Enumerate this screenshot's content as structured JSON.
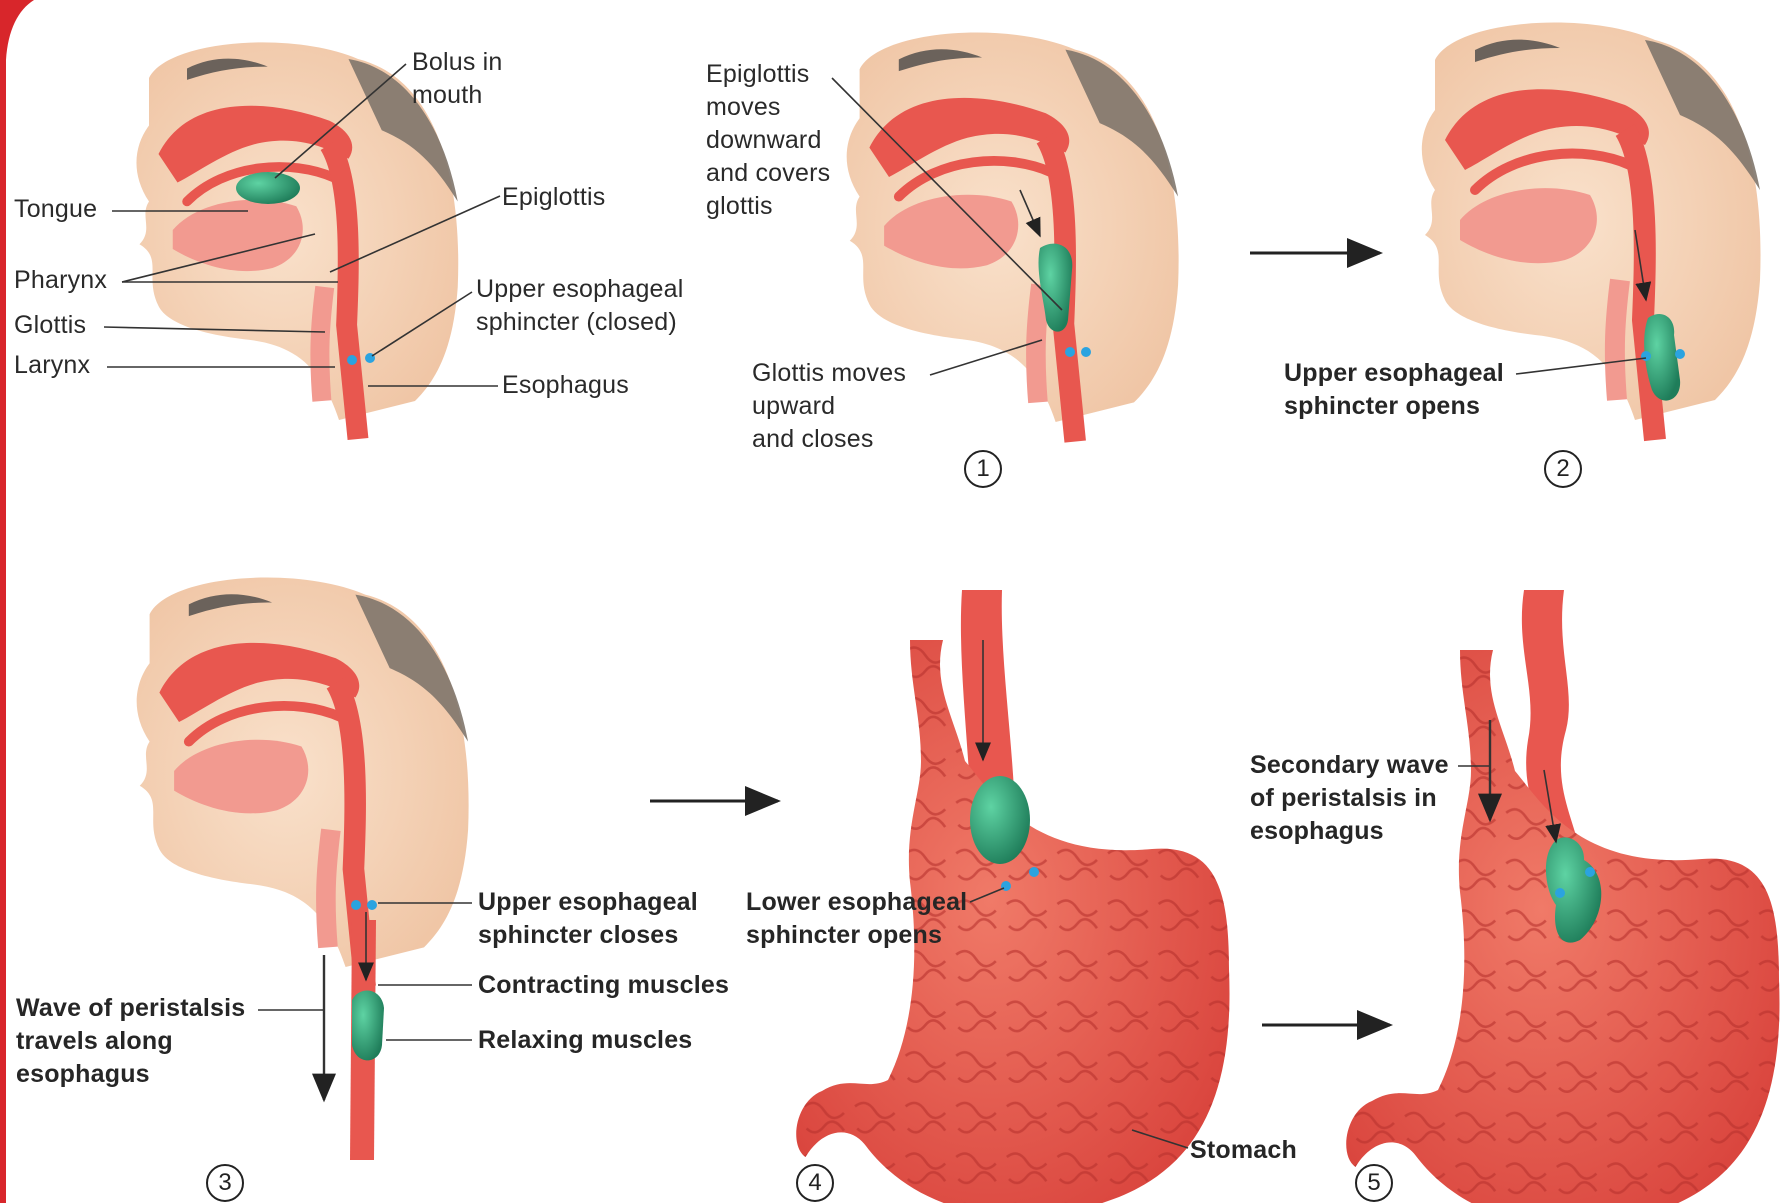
{
  "panels": {
    "initial": {
      "labels": {
        "bolus": "Bolus in\nmouth",
        "tongue": "Tongue",
        "epiglottis": "Epiglottis",
        "pharynx": "Pharynx",
        "glottis": "Glottis",
        "ues": "Upper esophageal\nsphincter (closed)",
        "larynx": "Larynx",
        "esophagus": "Esophagus"
      }
    },
    "step1": {
      "number": "1",
      "labels": {
        "epiglottis": "Epiglottis\nmoves\ndownward\nand covers\nglottis",
        "glottis": "Glottis moves\nupward\nand closes"
      }
    },
    "step2": {
      "number": "2",
      "labels": {
        "ues": "Upper esophageal\nsphincter opens"
      }
    },
    "step3": {
      "number": "3",
      "labels": {
        "ues": "Upper esophageal\nsphincter closes",
        "contracting": "Contracting muscles",
        "relaxing": "Relaxing muscles",
        "wave": "Wave of peristalsis\ntravels along\nesophagus"
      }
    },
    "step4": {
      "number": "4",
      "labels": {
        "les": "Lower esophageal\nsphincter opens",
        "stomach": "Stomach"
      }
    },
    "step5": {
      "number": "5",
      "labels": {
        "secondary": "Secondary wave\nof peristalsis in\nesophagus"
      }
    }
  },
  "colors": {
    "accent_frame": "#d8262b",
    "skin": "#f6d6bc",
    "tissue": "#e8574f",
    "tissue_light": "#f29a90",
    "bolus": "#2e9a72",
    "sphincter_dot": "#2ba3e0",
    "hair": "#7f756c"
  }
}
